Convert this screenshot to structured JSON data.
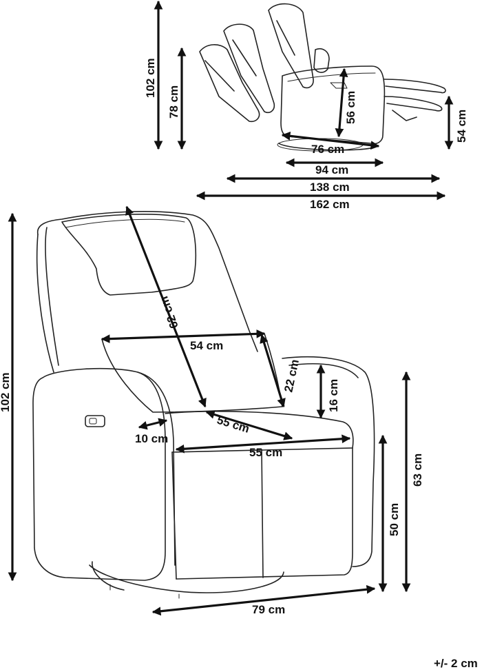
{
  "dimensions": {
    "side_total_height": "102 cm",
    "side_back_height": "78 cm",
    "side_seat_height": "56 cm",
    "side_footrest_height": "54 cm",
    "side_base_depth": "76 cm",
    "side_seat_depth": "94 cm",
    "side_reclined_length": "138 cm",
    "side_max_length": "162 cm",
    "front_total_height": "102 cm",
    "back_height": "62 cm",
    "cushion_width": "54 cm",
    "cushion_height": "22 cm",
    "armrest_above_seat": "16 cm",
    "armrest_width": "10 cm",
    "seat_depth": "55 cm",
    "seat_width": "55 cm",
    "armrest_height": "63 cm",
    "seat_height": "50 cm",
    "total_width": "79 cm"
  },
  "tolerance": "+/- 2 cm"
}
